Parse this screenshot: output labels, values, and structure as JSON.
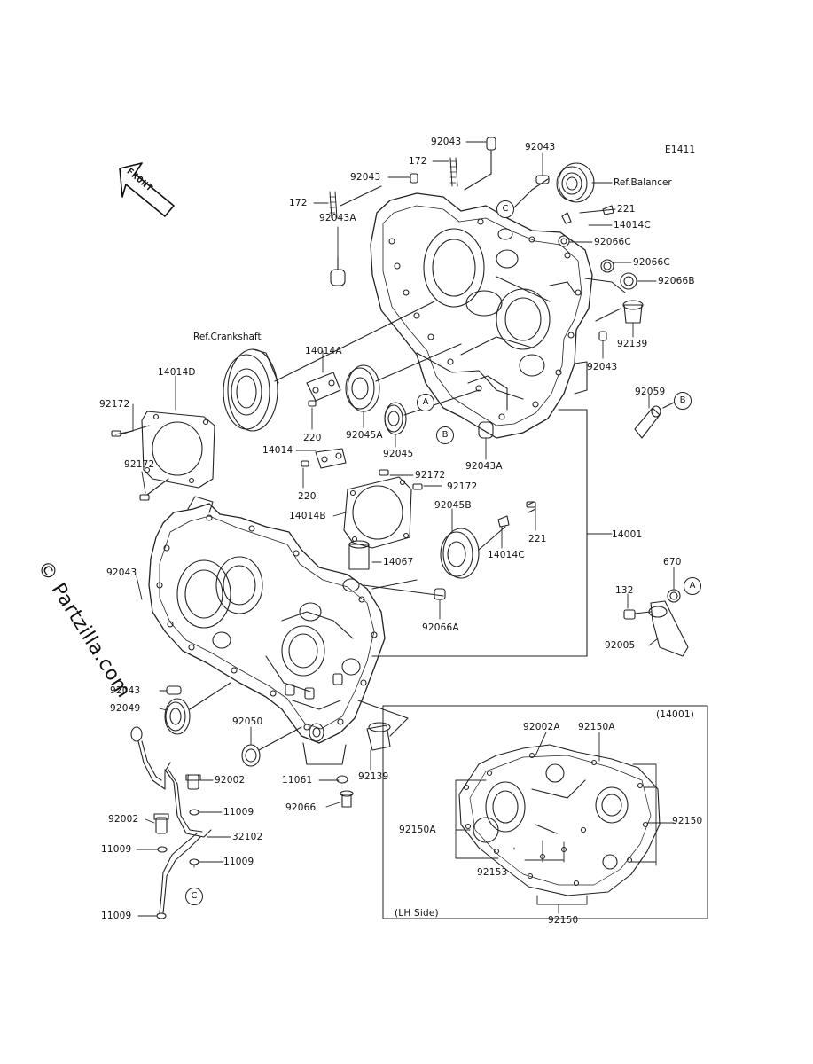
{
  "diagram_code": "E1411",
  "front_label": "FRONT",
  "watermark": "© Partzilla.com",
  "references": {
    "balancer": "Ref.Balancer",
    "crankshaft": "Ref.Crankshaft"
  },
  "inset": {
    "title": "(14001)",
    "side": "(LH Side)"
  },
  "callouts": {
    "A": "A",
    "B": "B",
    "C": "C"
  },
  "parts": [
    {
      "id": "p1",
      "text": "92043"
    },
    {
      "id": "p2",
      "text": "172"
    },
    {
      "id": "p3",
      "text": "92043"
    },
    {
      "id": "p4",
      "text": "92043"
    },
    {
      "id": "p5",
      "text": "172"
    },
    {
      "id": "p6",
      "text": "221"
    },
    {
      "id": "p7",
      "text": "14014C"
    },
    {
      "id": "p8",
      "text": "92066C"
    },
    {
      "id": "p9",
      "text": "92066C"
    },
    {
      "id": "p10",
      "text": "92066B"
    },
    {
      "id": "p11",
      "text": "92043A"
    },
    {
      "id": "p12",
      "text": "92139"
    },
    {
      "id": "p13",
      "text": "92043"
    },
    {
      "id": "p14",
      "text": "14014A"
    },
    {
      "id": "p15",
      "text": "14014D"
    },
    {
      "id": "p16",
      "text": "92172"
    },
    {
      "id": "p17",
      "text": "220"
    },
    {
      "id": "p18",
      "text": "92045A"
    },
    {
      "id": "p19",
      "text": "92045"
    },
    {
      "id": "p20",
      "text": "92059"
    },
    {
      "id": "p21",
      "text": "92043A"
    },
    {
      "id": "p22",
      "text": "14014"
    },
    {
      "id": "p23",
      "text": "92172"
    },
    {
      "id": "p24",
      "text": "220"
    },
    {
      "id": "p25",
      "text": "92172"
    },
    {
      "id": "p26",
      "text": "92172"
    },
    {
      "id": "p27",
      "text": "14014B"
    },
    {
      "id": "p28",
      "text": "92045B"
    },
    {
      "id": "p29",
      "text": "221"
    },
    {
      "id": "p30",
      "text": "14001"
    },
    {
      "id": "p31",
      "text": "14014C"
    },
    {
      "id": "p32",
      "text": "14067"
    },
    {
      "id": "p33",
      "text": "92043"
    },
    {
      "id": "p34",
      "text": "670"
    },
    {
      "id": "p35",
      "text": "132"
    },
    {
      "id": "p36",
      "text": "92066A"
    },
    {
      "id": "p37",
      "text": "92005"
    },
    {
      "id": "p38",
      "text": "92043"
    },
    {
      "id": "p39",
      "text": "92049"
    },
    {
      "id": "p40",
      "text": "92050"
    },
    {
      "id": "p41",
      "text": "92002"
    },
    {
      "id": "p42",
      "text": "11061"
    },
    {
      "id": "p43",
      "text": "92139"
    },
    {
      "id": "p44",
      "text": "11009"
    },
    {
      "id": "p45",
      "text": "92066"
    },
    {
      "id": "p46",
      "text": "92002"
    },
    {
      "id": "p47",
      "text": "32102"
    },
    {
      "id": "p48",
      "text": "11009"
    },
    {
      "id": "p49",
      "text": "11009"
    },
    {
      "id": "p50",
      "text": "11009"
    },
    {
      "id": "p51",
      "text": "92002A"
    },
    {
      "id": "p52",
      "text": "92150A"
    },
    {
      "id": "p53",
      "text": "92150"
    },
    {
      "id": "p54",
      "text": "92150A"
    },
    {
      "id": "p55",
      "text": "92153"
    },
    {
      "id": "p56",
      "text": "92150"
    }
  ]
}
